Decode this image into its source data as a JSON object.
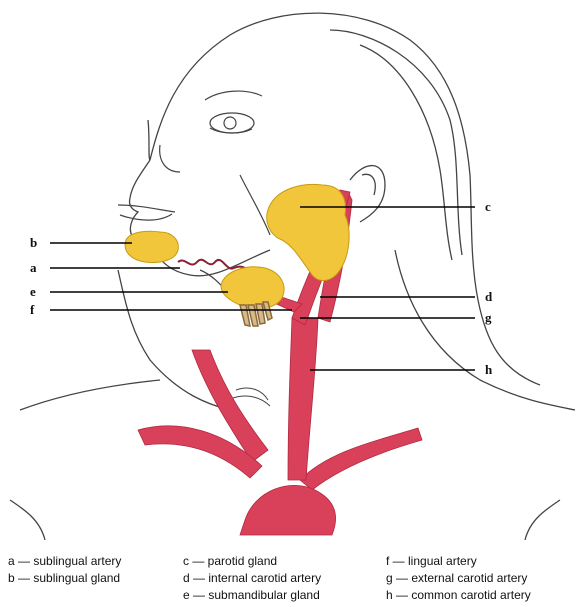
{
  "callouts": {
    "a": "a",
    "b": "b",
    "c": "c",
    "d": "d",
    "e": "e",
    "f": "f",
    "g": "g",
    "h": "h"
  },
  "legend": [
    {
      "key": "a",
      "label": "sublingual artery"
    },
    {
      "key": "b",
      "label": "sublingual gland"
    },
    {
      "key": "c",
      "label": "parotid gland"
    },
    {
      "key": "d",
      "label": "internal carotid artery"
    },
    {
      "key": "e",
      "label": "submandibular gland"
    },
    {
      "key": "f",
      "label": "lingual artery"
    },
    {
      "key": "g",
      "label": "external carotid artery"
    },
    {
      "key": "h",
      "label": "common carotid artery"
    }
  ],
  "separator": " — ",
  "colors": {
    "artery": "#d9415a",
    "gland": "#f2c63a",
    "gland_outline": "#c79a10",
    "outline": "#444444"
  }
}
